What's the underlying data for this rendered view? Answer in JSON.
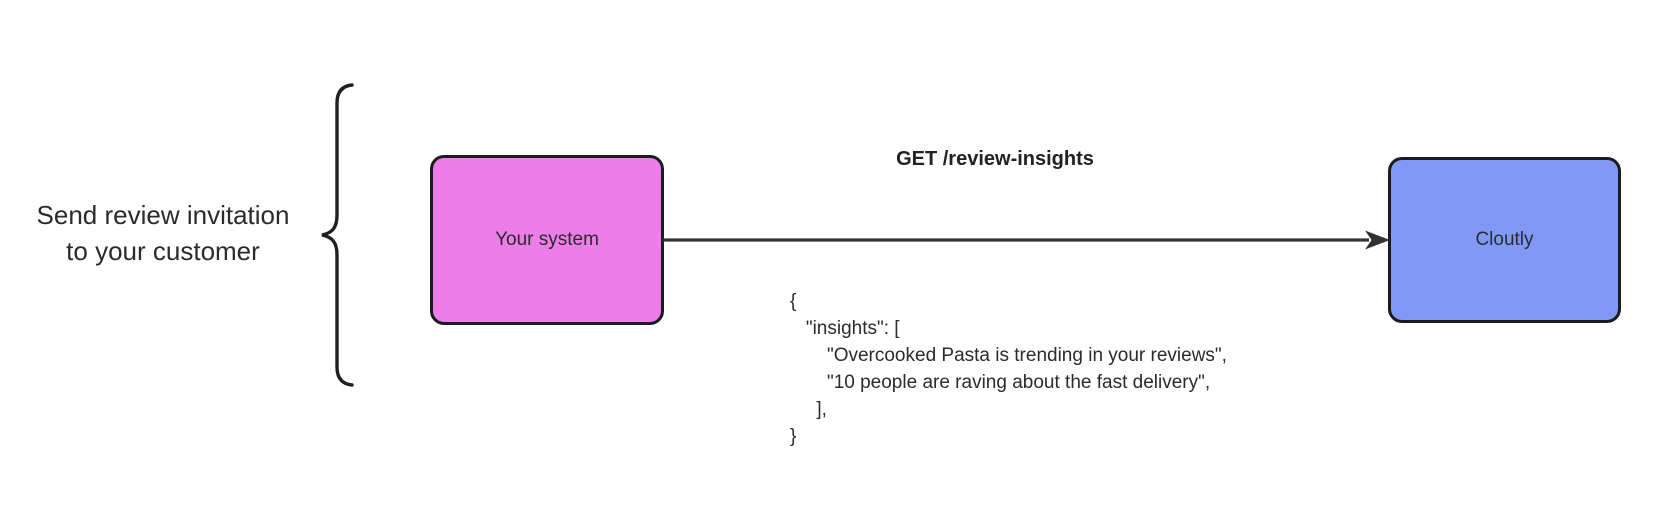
{
  "canvas": {
    "background": "#ffffff"
  },
  "annotation": {
    "line1": "Send review invitation",
    "line2": "to your customer"
  },
  "nodes": {
    "your_system": {
      "label": "Your system",
      "fill": "#ed7de9",
      "border": "#1c1c1c"
    },
    "cloutly": {
      "label": "Cloutly",
      "fill": "#8099f7",
      "border": "#1c1c1c"
    }
  },
  "arrow": {
    "label": "GET /review-insights",
    "color": "#333333"
  },
  "response_code": {
    "lines": [
      "{",
      "   \"insights\": [",
      "       \"Overcooked Pasta is trending in your reviews\",",
      "       \"10 people are raving about the fast delivery\",",
      "     ],",
      "}"
    ]
  }
}
